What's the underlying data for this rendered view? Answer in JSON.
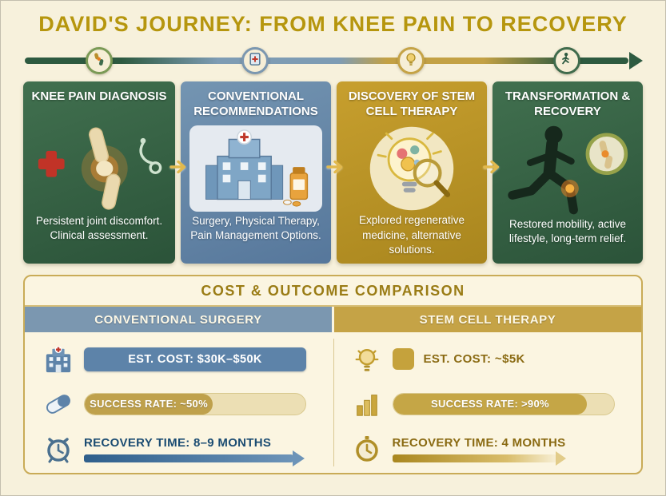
{
  "title": "DAVID'S JOURNEY: FROM KNEE PAIN TO RECOVERY",
  "colors": {
    "background": "#f7f1dc",
    "title_gold": "#b6960e",
    "stage_green": "#356143",
    "stage_blue": "#6b8cab",
    "stage_gold": "#bd9a2d",
    "table_border": "#c9ab57",
    "bar_blue": "#5d83a9",
    "bar_gold": "#c5a646",
    "text_blue": "#1b4c72",
    "text_gold": "#8a6a12"
  },
  "timeline": {
    "node_icons": [
      "knee-joint-icon",
      "medicine-cabinet-icon",
      "lightbulb-icon",
      "runner-icon"
    ]
  },
  "stages": [
    {
      "title": "KNEE PAIN DIAGNOSIS",
      "description": "Persistent joint discomfort. Clinical assessment.",
      "theme": "green",
      "icon": "knee-pain-icon"
    },
    {
      "title": "CONVENTIONAL RECOMMENDATIONS",
      "description": "Surgery, Physical Therapy, Pain Management Options.",
      "theme": "blue",
      "icon": "hospital-icon"
    },
    {
      "title": "DISCOVERY OF STEM CELL THERAPY",
      "description": "Explored regenerative medicine, alternative solutions.",
      "theme": "gold",
      "icon": "lightbulb-magnifier-icon"
    },
    {
      "title": "TRANSFORMATION & RECOVERY",
      "description": "Restored mobility, active lifestyle, long-term relief.",
      "theme": "green",
      "icon": "runner-icon"
    }
  ],
  "comparison": {
    "title": "COST & OUTCOME COMPARISON",
    "columns": [
      {
        "header": "CONVENTIONAL SURGERY",
        "theme": "blue",
        "rows": [
          {
            "icon": "hospital-icon",
            "label": "EST. COST: $30K–$50K"
          },
          {
            "icon": "pill-icon",
            "label": "SUCCESS RATE: ~50%",
            "fill_percent": 58
          },
          {
            "icon": "alarm-clock-icon",
            "label": "RECOVERY TIME: 8–9 MONTHS"
          }
        ]
      },
      {
        "header": "STEM CELL THERAPY",
        "theme": "gold",
        "rows": [
          {
            "icon": "lightbulb-icon",
            "label": "EST. COST: ~$5K"
          },
          {
            "icon": "bar-chart-icon",
            "label": "SUCCESS RATE: >90%",
            "fill_percent": 88
          },
          {
            "icon": "stopwatch-icon",
            "label": "RECOVERY TIME: 4 MONTHS"
          }
        ]
      }
    ]
  }
}
